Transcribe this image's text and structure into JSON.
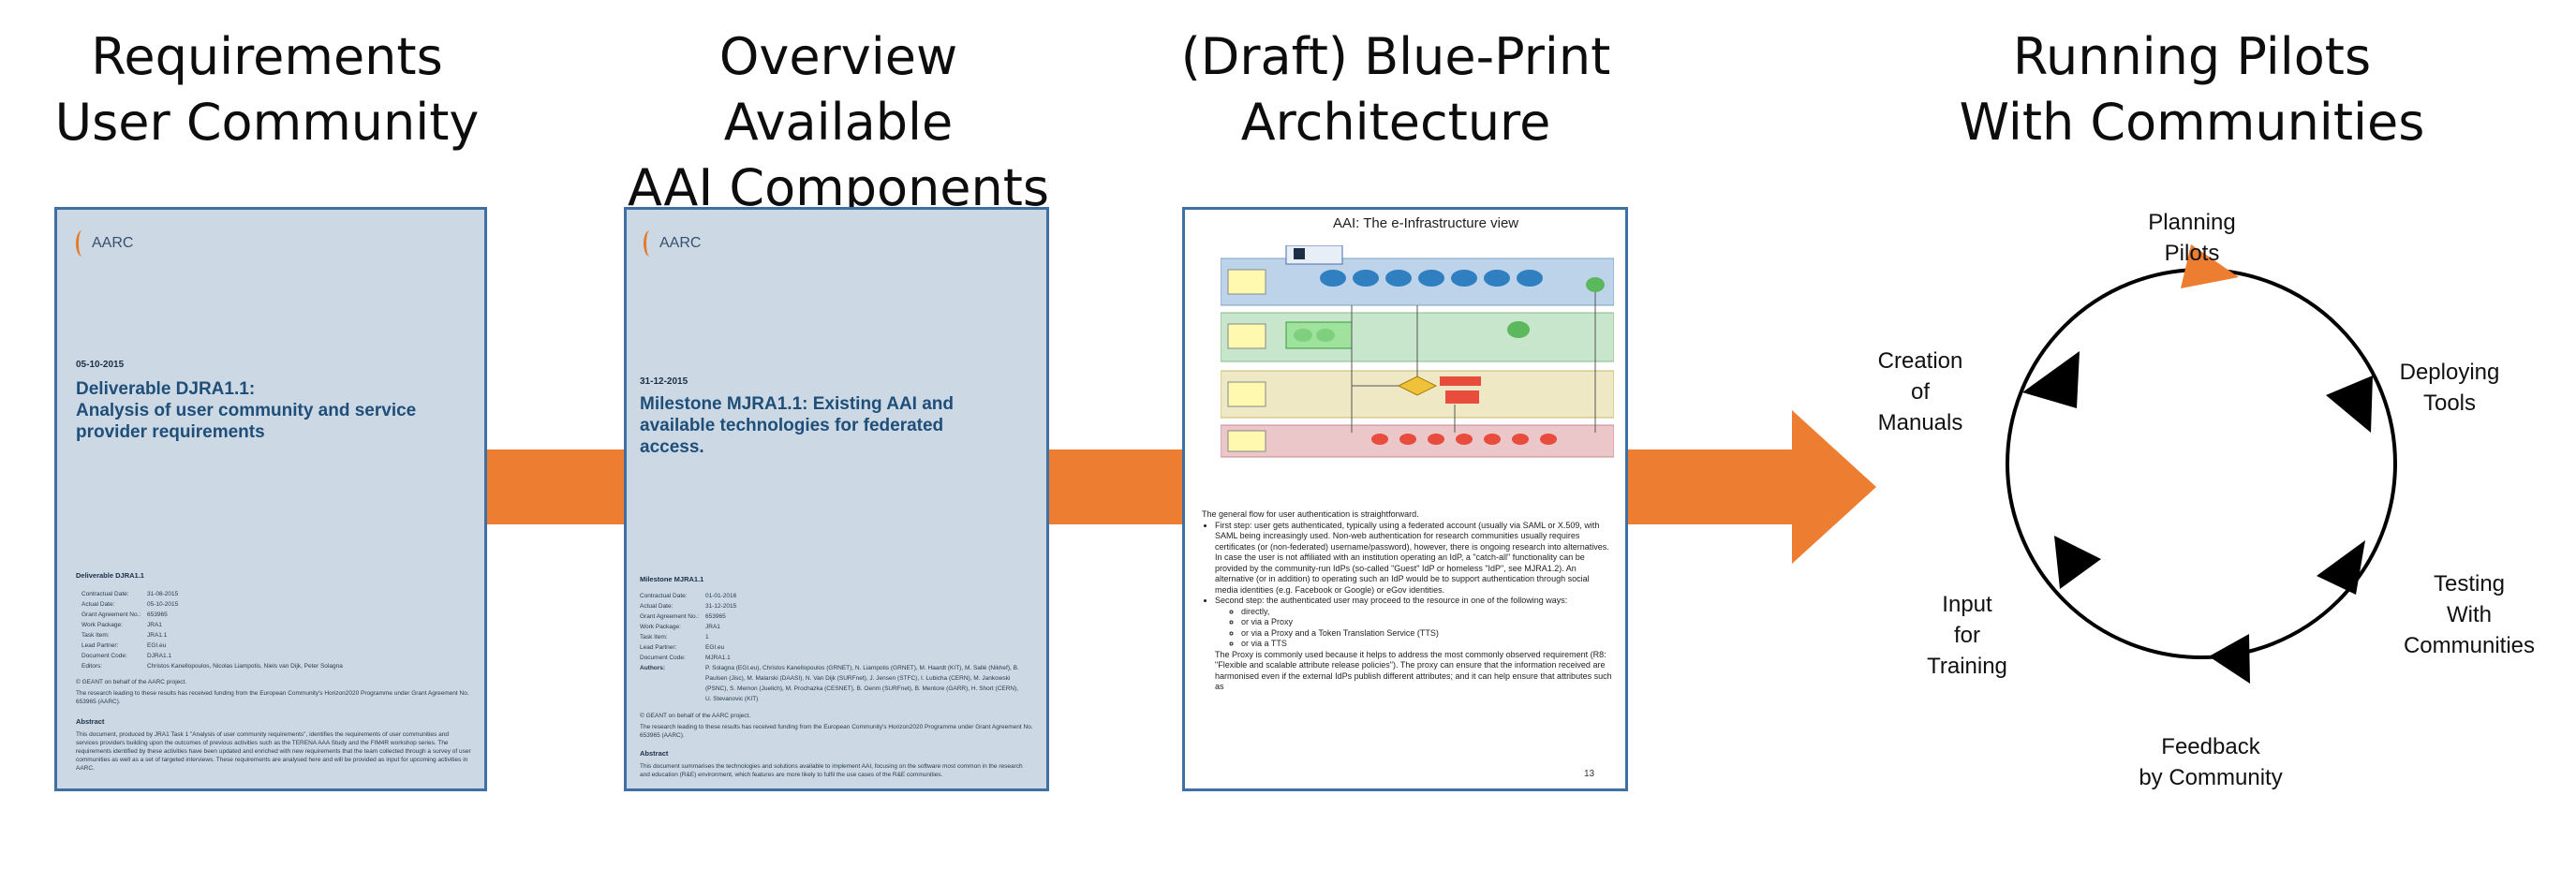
{
  "headings": {
    "requirements": "Requirements\nUser Community",
    "overview": "Overview Available\nAAI Components",
    "blueprint": "(Draft) Blue-Print\nArchitecture",
    "pilots": "Running Pilots\nWith Communities"
  },
  "colors": {
    "arrow": "#ed7d31",
    "doc_bg": "#ccd9e4",
    "doc_border": "#3f6fa3",
    "title_blue": "#1f4e79"
  },
  "doc1": {
    "logo": "AARC",
    "date": "05-10-2015",
    "title": "Deliverable DJRA1.1:\nAnalysis of user community and service\nprovider requirements",
    "subtitle": "Deliverable DJRA1.1",
    "meta": [
      [
        "Contractual Date:",
        "31-08-2015"
      ],
      [
        "Actual Date:",
        "05-10-2015"
      ],
      [
        "Grant Agreement No.:",
        "653965"
      ],
      [
        "Work Package:",
        "JRA1"
      ],
      [
        "Task Item:",
        "JRA1.1"
      ],
      [
        "Lead Partner:",
        "EGI.eu"
      ],
      [
        "Document Code:",
        "DJRA1.1"
      ],
      [
        "Editors:",
        "Christos Kanellopoulos, Nicolas Liampotis, Niels van Dijk, Peter Solagna"
      ]
    ],
    "copyright": "© GEANT on behalf of the AARC project.",
    "funding": "The research leading to these results has received funding from the European Community's Horizon2020 Programme under Grant Agreement No. 653965 (AARC).",
    "abstract_label": "Abstract",
    "abstract": "This document, produced by JRA1 Task 1 \"Analysis of user community requirements\", identifies the requirements of user communities and services providers building upon the outcomes of previous activities such as the TERENA AAA Study and the FIM4R workshop series. The requirements identified by these activities have been updated and enriched with new requirements that the team collected through a survey of user communities as well as a set of targeted interviews. These requirements are analysed here and will be provided as input for upcoming activities in AARC."
  },
  "doc2": {
    "logo": "AARC",
    "date": "31-12-2015",
    "title": "Milestone MJRA1.1: Existing AAI and\navailable technologies for federated\naccess.",
    "subtitle": "Milestone MJRA1.1",
    "meta": [
      [
        "Contractual Date:",
        "01-01-2016"
      ],
      [
        "Actual Date:",
        "31-12-2015"
      ],
      [
        "Grant Agreement No.:",
        "653965"
      ],
      [
        "Work Package:",
        "JRA1"
      ],
      [
        "Task Item:",
        "1"
      ],
      [
        "Lead Partner:",
        "EGI.eu"
      ],
      [
        "Document Code:",
        "MJRA1.1"
      ],
      [
        "Authors:",
        "P. Solagna (EGI.eu), Christos Kanellopoulos (GRNET), N. Liampotis (GRNET), M. Haardt (KIT), M. Sallé (Nikhef), B. Paulsen (Jisc), M. Malarski (DAASI), N. Van Dijk (SURFnet), J. Jensen (STFC), I. Lubicha (CERN), M. Jankowski (PSNC), S. Memon (Juelich), M. Prochazka (CESNET), B. Oenm (SURFnet), B. Mentore (GARR), H. Short (CERN), U. Stevanovic (KIT)"
      ]
    ],
    "copyright": "© GEANT on behalf of the AARC project.",
    "funding": "The research leading to these results has received funding from the European Community's Horizon2020 Programme under Grant Agreement No. 653965 (AARC).",
    "abstract_label": "Abstract",
    "abstract": "This document summarises the technologies and solutions available to implement AAI, focusing on the software most common in the research and education (R&E) environment, which features are more likely to fulfil the use cases of the R&E communities."
  },
  "doc3": {
    "title": "AAI: The e-Infrastructure view",
    "intro": "The general flow for user authentication is straightforward.",
    "bullet1": "First step: user gets authenticated, typically using a federated account (usually via SAML or X.509, with SAML being increasingly used. Non-web authentication for research communities usually requires certificates (or (non-federated) username/password), however, there is ongoing research into alternatives. In case the user is not affiliated with an institution operating an IdP, a \"catch-all\" functionality can be provided by the community-run IdPs (so-called \"Guest\" IdP or homeless \"IdP\", see MJRA1.2). An alternative (or in addition) to operating such an IdP would be to support authentication through social media identities (e.g. Facebook or Google) or eGov identities.",
    "bullet2": "Second step: the authenticated user may proceed to the resource in one of the following ways:",
    "sub": [
      "directly,",
      "or via a Proxy",
      "or via a Proxy and a Token Translation Service (TTS)",
      "or via a TTS"
    ],
    "closing": "The Proxy is commonly used because it helps to address the most commonly observed requirement (R8: \"Flexible and scalable attribute release policies\"). The proxy can ensure that the information received are harmonised even if the external IdPs publish different attributes; and it can help ensure that attributes such as",
    "page": "13"
  },
  "cycle": {
    "planning": "Planning\nPilots",
    "deploying": "Deploying\nTools",
    "testing": "Testing\nWith\nCommunities",
    "feedback": "Feedback\nby Community",
    "input": "Input\nfor\nTraining",
    "manuals": "Creation\nof\nManuals",
    "active_color": "#ed7d31",
    "marker_color": "#000000"
  }
}
